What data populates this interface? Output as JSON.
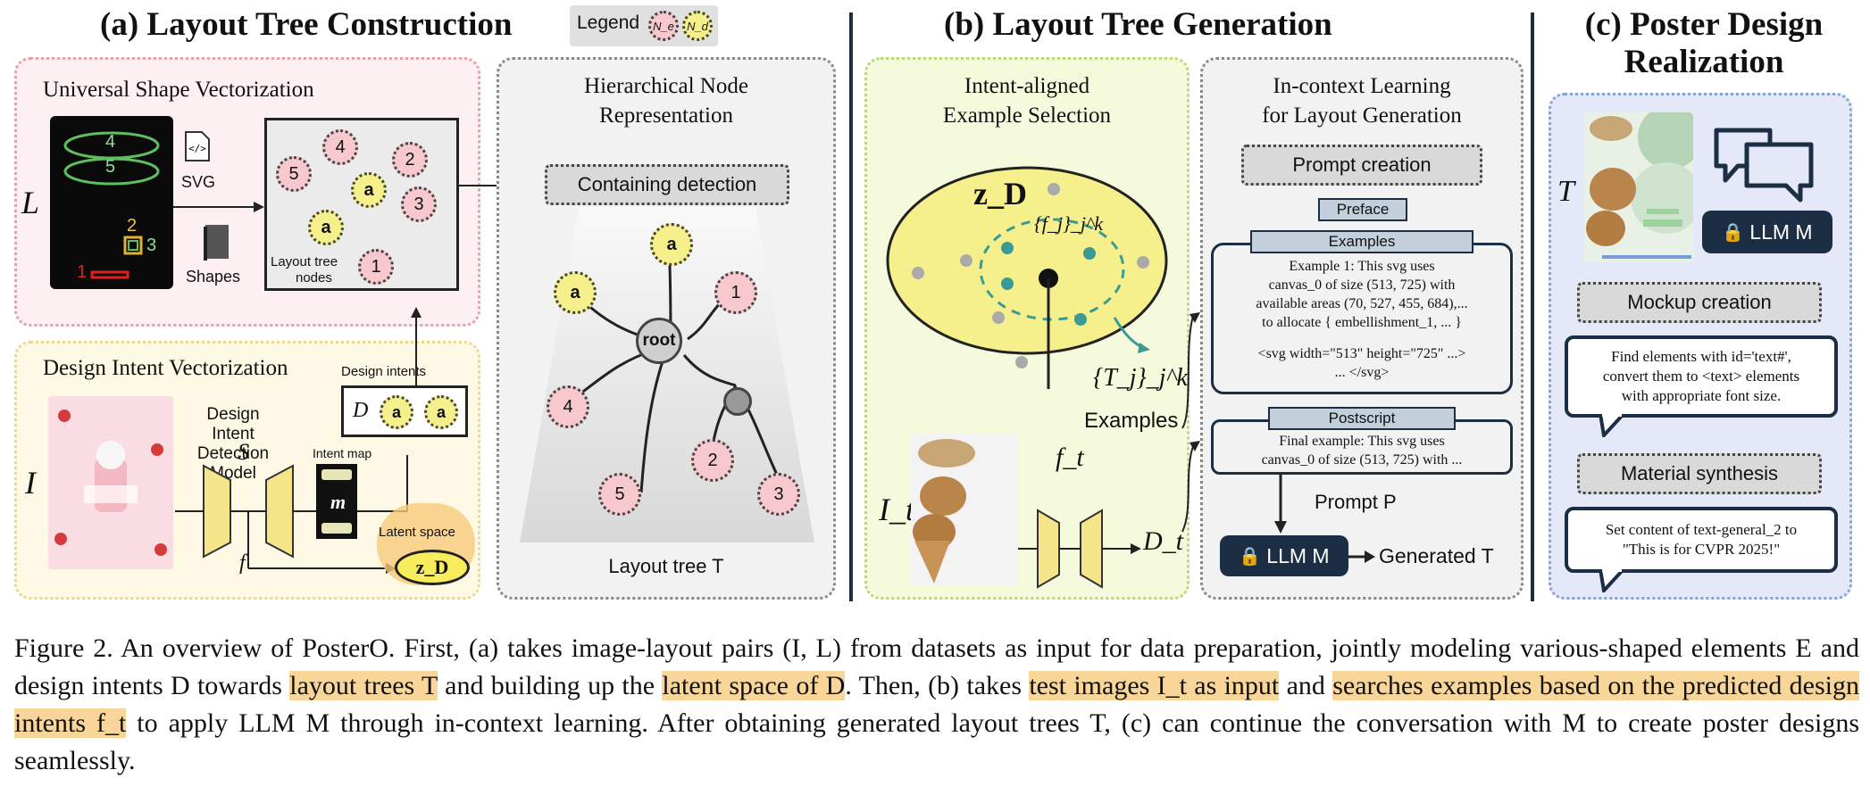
{
  "titles": {
    "a": "(a) Layout Tree Construction",
    "b": "(b) Layout Tree Generation",
    "c_line1": "(c) Poster Design",
    "c_line2": "Realization"
  },
  "legend": {
    "label": "Legend",
    "ne": "N_e",
    "nd": "N_d"
  },
  "panel_a": {
    "shape_title": "Universal Shape Vectorization",
    "L_symbol": "L",
    "canvas_numbers": [
      "4",
      "5",
      "2",
      "3",
      "1"
    ],
    "svg_label": "SVG",
    "shapes_label": "Shapes",
    "nodes_label_1": "Layout tree",
    "nodes_label_2": "nodes",
    "pink_nodes": [
      "4",
      "2",
      "5",
      "3",
      "1"
    ],
    "yellow_nodes": [
      "a",
      "a"
    ],
    "intent_title": "Design Intent Vectorization",
    "I_symbol": "I",
    "model_label_1": "Design Intent",
    "model_label_2": "Detection Model",
    "S_symbol": "S",
    "intent_map": "Intent map",
    "m_symbol": "m",
    "f_symbol": "f",
    "design_intents": "Design intents",
    "D_symbol": "D",
    "latent_space": "Latent space",
    "zD": "z_D"
  },
  "panel_hier": {
    "title_1": "Hierarchical Node",
    "title_2": "Representation",
    "containing": "Containing detection",
    "root": "root",
    "nodes": [
      "a",
      "a",
      "1",
      "4",
      "2",
      "5",
      "3"
    ],
    "tree_label": "Layout tree T"
  },
  "panel_b1": {
    "title_1": "Intent-aligned",
    "title_2": "Example Selection",
    "zD": "z_D",
    "fj": "{f_j}_j^k",
    "Tj": "{T_j}_j^k",
    "examples": "Examples",
    "It": "I_t",
    "ft": "f_t",
    "Dt": "D_t"
  },
  "panel_b2": {
    "title_1": "In-context Learning",
    "title_2": "for Layout Generation",
    "prompt_creation": "Prompt creation",
    "preface": "Preface",
    "examples_tag": "Examples",
    "example_text": [
      "Example 1: This svg uses",
      "canvas_0 of size (513, 725) with",
      "available areas (70, 527, 455, 684),...",
      "to allocate { embellishment_1, ... }"
    ],
    "svg_text": [
      "<svg width=\"513\" height=\"725\" ...>",
      "... </svg>"
    ],
    "postscript": "Postscript",
    "final_text": [
      "Final example: This svg uses",
      "canvas_0 of size (513, 725) with ..."
    ],
    "prompt_p": "Prompt P",
    "llm": "LLM M",
    "generated": "Generated T"
  },
  "panel_c": {
    "T_hat": "T",
    "llm": "LLM M",
    "mockup": "Mockup creation",
    "mockup_text": [
      "Find elements with id='text#',",
      "convert them to <text> elements",
      "with appropriate font size."
    ],
    "material": "Material synthesis",
    "material_text": [
      "Set content of text-general_2 to",
      "\"This is for CVPR 2025!\""
    ]
  },
  "caption": {
    "p1": "Figure 2.  An overview of PosterO. First, (a) takes image-layout pairs (I, L) from datasets as input for data preparation, jointly modeling various-shaped elements E and design intents D towards ",
    "h1": "layout trees T",
    "p2": " and building up the ",
    "h2": "latent space of D",
    "p3": ". Then, (b) takes ",
    "h3": "test images I_t as input",
    "p4": " and ",
    "h4": "searches examples based on the predicted design intents f_t",
    "p5": " to apply LLM M through in-context learning. After obtaining generated layout trees T, (c) can continue the conversation with M to create poster designs seamlessly."
  },
  "colors": {
    "navy": "#1c2e44",
    "pink": "#f7c9cf",
    "yellow": "#f6f08c",
    "highlight": "#f8d598"
  }
}
